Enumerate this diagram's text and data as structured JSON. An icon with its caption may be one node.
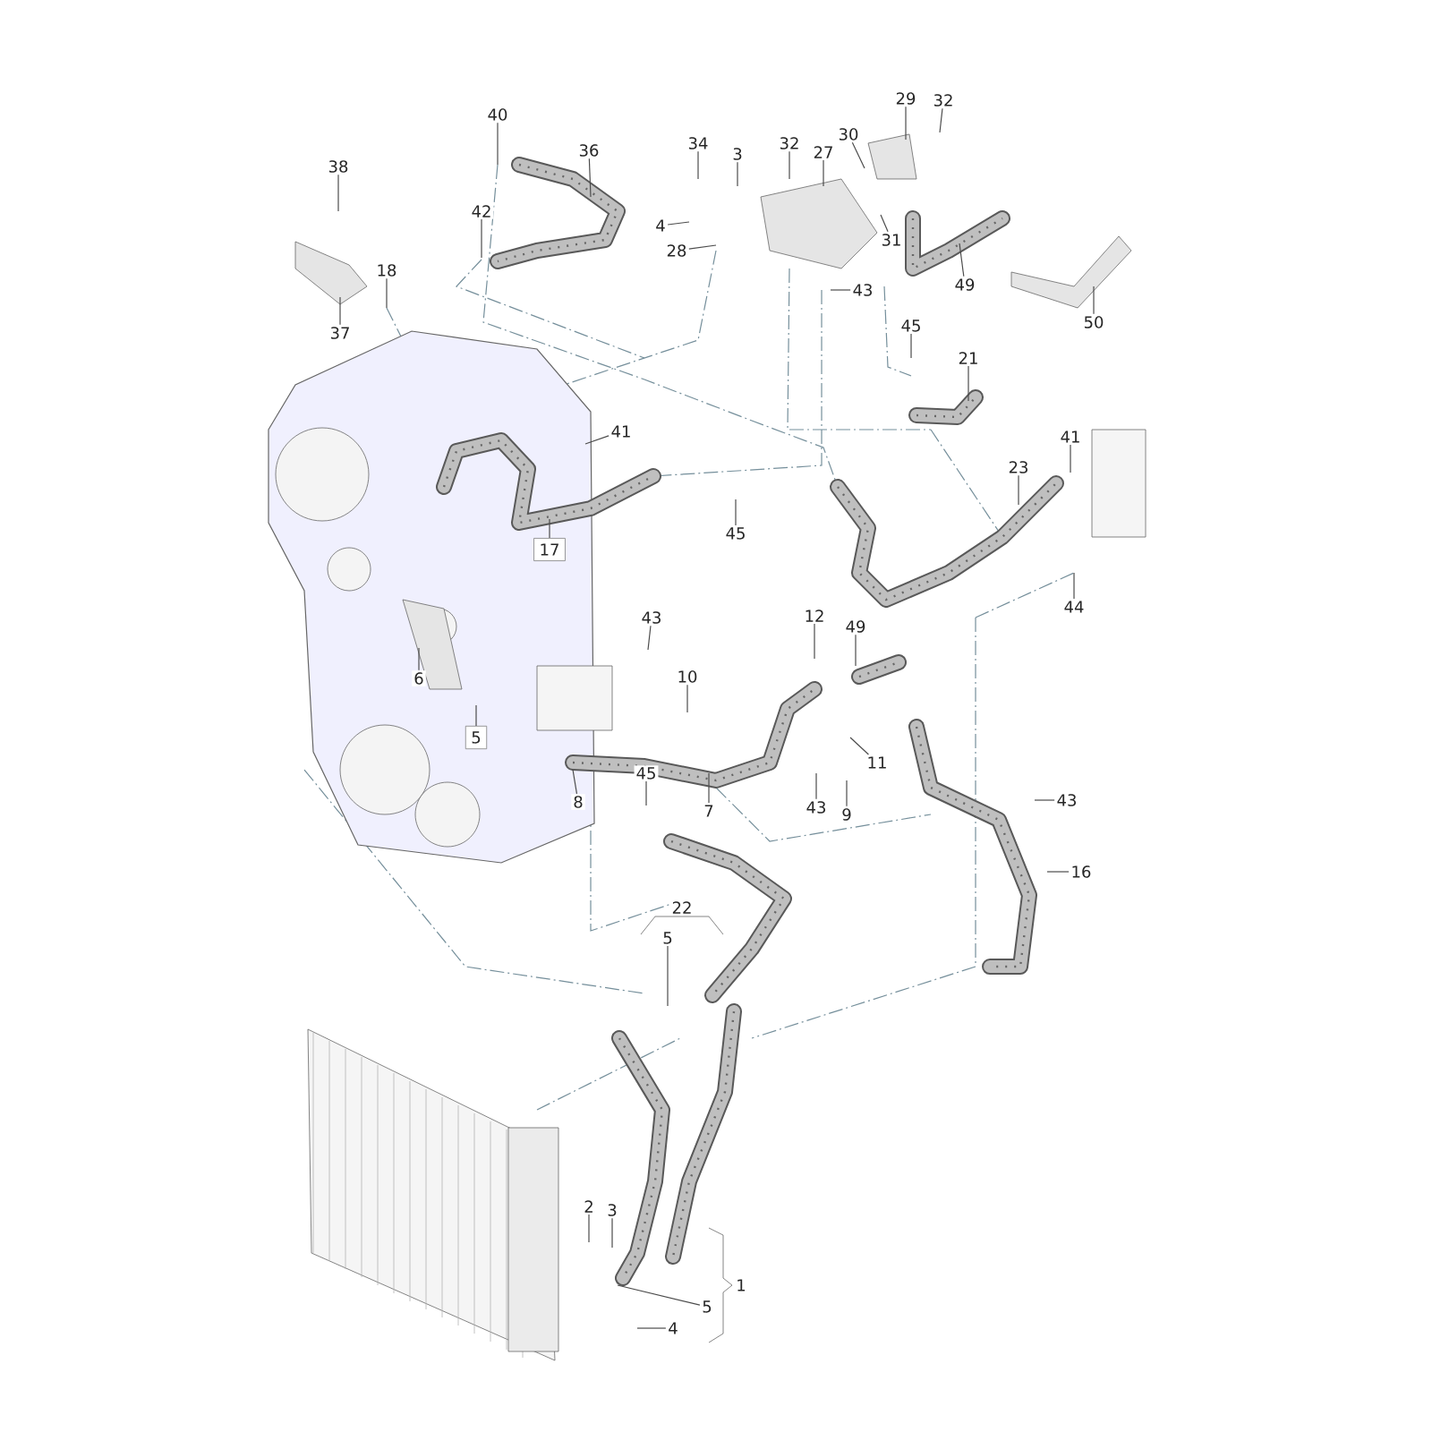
{
  "diagram": {
    "nodes": [
      {
        "text": [
          "40"
        ]
      },
      {
        "text": [
          "36"
        ]
      },
      {
        "text": [
          "38"
        ]
      },
      {
        "text": [
          "42"
        ]
      },
      {
        "text": [
          "34"
        ]
      },
      {
        "text": [
          "3"
        ]
      },
      {
        "text": [
          "32"
        ]
      },
      {
        "text": [
          "27"
        ]
      },
      {
        "text": [
          "30"
        ]
      },
      {
        "text": [
          "29"
        ]
      },
      {
        "text": [
          "32"
        ]
      },
      {
        "text": [
          "4"
        ]
      },
      {
        "text": [
          "28"
        ]
      },
      {
        "text": [
          "31"
        ]
      },
      {
        "text": [
          "49"
        ]
      },
      {
        "text": [
          "50"
        ]
      },
      {
        "text": [
          "43"
        ]
      },
      {
        "text": [
          "18"
        ]
      },
      {
        "text": [
          "37"
        ]
      },
      {
        "text": [
          "45"
        ]
      },
      {
        "text": [
          "21"
        ]
      },
      {
        "text": [
          "41"
        ]
      },
      {
        "text": [
          "23"
        ]
      },
      {
        "text": [
          "41"
        ]
      },
      {
        "text": [
          "45"
        ]
      },
      {
        "text": [
          "17"
        ]
      },
      {
        "text": [
          "44"
        ]
      },
      {
        "text": [
          "6"
        ]
      },
      {
        "text": [
          "5"
        ]
      },
      {
        "text": [
          "43"
        ]
      },
      {
        "text": [
          "10"
        ]
      },
      {
        "text": [
          "12"
        ]
      },
      {
        "text": [
          "49"
        ]
      },
      {
        "text": [
          "11"
        ]
      },
      {
        "text": [
          "8"
        ]
      },
      {
        "text": [
          "7"
        ]
      },
      {
        "text": [
          "45"
        ]
      },
      {
        "text": [
          "43"
        ]
      },
      {
        "text": [
          "9"
        ]
      },
      {
        "text": [
          "43"
        ]
      },
      {
        "text": [
          "16"
        ]
      },
      {
        "text": [
          "5"
        ]
      },
      {
        "text": [
          "2"
        ]
      },
      {
        "text": [
          "3"
        ]
      },
      {
        "text": [
          "5"
        ]
      },
      {
        "text": [
          "4"
        ]
      }
    ],
    "edges": [
      {
        "from": 0,
        "to": null,
        "arrow": "none"
      },
      {
        "from": 1,
        "to": null,
        "arrow": "none"
      },
      {
        "from": 2,
        "to": null,
        "arrow": "none"
      },
      {
        "from": 3,
        "to": null,
        "arrow": "none"
      },
      {
        "from": 4,
        "to": null,
        "arrow": "none"
      },
      {
        "from": 5,
        "to": null,
        "arrow": "none"
      },
      {
        "from": 6,
        "to": null,
        "arrow": "none"
      },
      {
        "from": 7,
        "to": null,
        "arrow": "none"
      },
      {
        "from": 8,
        "to": null,
        "arrow": "none"
      },
      {
        "from": 9,
        "to": null,
        "arrow": "none"
      },
      {
        "from": 10,
        "to": null,
        "arrow": "none"
      },
      {
        "from": 11,
        "to": null,
        "arrow": "none"
      },
      {
        "from": 12,
        "to": null,
        "arrow": "none"
      },
      {
        "from": 13,
        "to": null,
        "arrow": "none"
      },
      {
        "from": 14,
        "to": null,
        "arrow": "none"
      },
      {
        "from": 15,
        "to": null,
        "arrow": "none"
      },
      {
        "from": 16,
        "to": null,
        "arrow": "none"
      },
      {
        "from": 17,
        "to": null,
        "arrow": "none"
      },
      {
        "from": 18,
        "to": null,
        "arrow": "none"
      },
      {
        "from": 19,
        "to": null,
        "arrow": "none"
      },
      {
        "from": 20,
        "to": null,
        "arrow": "none"
      },
      {
        "from": 21,
        "to": null,
        "arrow": "none"
      },
      {
        "from": 22,
        "to": null,
        "arrow": "none"
      },
      {
        "from": 23,
        "to": null,
        "arrow": "none"
      },
      {
        "from": 24,
        "to": null,
        "arrow": "none"
      },
      {
        "from": 25,
        "to": null,
        "arrow": "none"
      },
      {
        "from": 26,
        "to": null,
        "arrow": "none"
      },
      {
        "from": 27,
        "to": null,
        "arrow": "none"
      },
      {
        "from": 28,
        "to": null,
        "arrow": "none"
      },
      {
        "from": 29,
        "to": null,
        "arrow": "none"
      },
      {
        "from": 30,
        "to": null,
        "arrow": "none"
      },
      {
        "from": 31,
        "to": null,
        "arrow": "none"
      },
      {
        "from": 32,
        "to": null,
        "arrow": "none"
      },
      {
        "from": 33,
        "to": null,
        "arrow": "none"
      },
      {
        "from": 34,
        "to": null,
        "arrow": "none"
      },
      {
        "from": 35,
        "to": null,
        "arrow": "none"
      },
      {
        "from": 36,
        "to": null,
        "arrow": "none"
      },
      {
        "from": 37,
        "to": null,
        "arrow": "none"
      },
      {
        "from": 38,
        "to": null,
        "arrow": "none"
      },
      {
        "from": 39,
        "to": null,
        "arrow": "none"
      },
      {
        "from": 40,
        "to": null,
        "arrow": "none"
      },
      {
        "from": 41,
        "to": null,
        "arrow": "none"
      },
      {
        "from": 42,
        "to": null,
        "arrow": "none"
      },
      {
        "from": 43,
        "to": null,
        "arrow": "none"
      },
      {
        "from": 44,
        "to": null,
        "arrow": "none"
      },
      {
        "from": 45,
        "to": null,
        "arrow": "none"
      }
    ],
    "labels": [
      "22",
      "1"
    ]
  }
}
